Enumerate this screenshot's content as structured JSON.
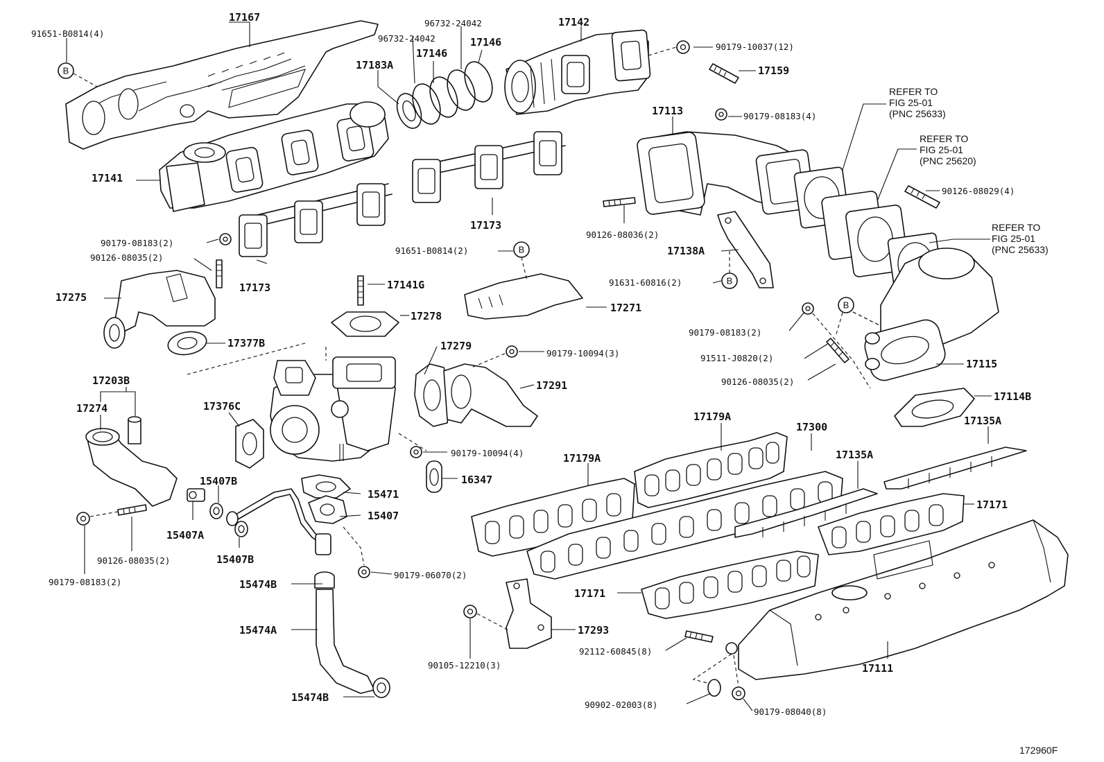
{
  "diagram_id": "172960F",
  "marker_letter": "B",
  "labels": {
    "p17167": "17167",
    "p91651_b0814_4": "91651-B0814(4)",
    "p96732_24042_a": "96732-24042",
    "p96732_24042_b": "96732-24042",
    "p17146_a": "17146",
    "p17146_b": "17146",
    "p17142": "17142",
    "p17183a": "17183A",
    "p90179_10037_12": "90179-10037(12)",
    "p17159": "17159",
    "p17113": "17113",
    "p90179_08183_4": "90179-08183(4)",
    "p17141": "17141",
    "p17173_a": "17173",
    "p17173_b": "17173",
    "p90126_08036_2": "90126-08036(2)",
    "p17138a": "17138A",
    "p90126_08029_4": "90126-08029(4)",
    "p90179_08183_2_a": "90179-08183(2)",
    "p90126_08035_2_a": "90126-08035(2)",
    "p91651_b0814_2": "91651-B0814(2)",
    "p91631_60816_2": "91631-60816(2)",
    "p17275": "17275",
    "p17141g": "17141G",
    "p17271": "17271",
    "p17278": "17278",
    "p90179_08183_2_b": "90179-08183(2)",
    "p17377b": "17377B",
    "p17279": "17279",
    "p90179_10094_3": "90179-10094(3)",
    "p91511_j0820_2": "91511-J0820(2)",
    "p17115": "17115",
    "p90126_08035_2_b": "90126-08035(2)",
    "p17203b": "17203B",
    "p17291": "17291",
    "p17114b": "17114B",
    "p17274": "17274",
    "p17376c": "17376C",
    "p17179a_a": "17179A",
    "p17300": "17300",
    "p17135a_a": "17135A",
    "p17179a_b": "17179A",
    "p17135a_b": "17135A",
    "p90179_10094_4": "90179-10094(4)",
    "p16347": "16347",
    "p15407b_a": "15407B",
    "p15471": "15471",
    "p15407": "15407",
    "p17171_a": "17171",
    "p15407a": "15407A",
    "p15407b_b": "15407B",
    "p90126_08035_2_c": "90126-08035(2)",
    "p90179_08183_2_c": "90179-08183(2)",
    "p90179_06070_2": "90179-06070(2)",
    "p15474b_a": "15474B",
    "p17171_b": "17171",
    "p15474a": "15474A",
    "p17293": "17293",
    "p90105_12210_3": "90105-12210(3)",
    "p92112_60845_8": "92112-60845(8)",
    "p17111": "17111",
    "p15474b_b": "15474B",
    "p90902_02003_8": "90902-02003(8)",
    "p90179_08040_8": "90179-08040(8)"
  },
  "references": {
    "ref1": [
      "REFER TO",
      "FIG 25-01",
      "(PNC 25633)"
    ],
    "ref2": [
      "REFER TO",
      "FIG 25-01",
      "(PNC 25620)"
    ],
    "ref3": [
      "REFER TO",
      "FIG 25-01",
      "(PNC 25633)"
    ]
  }
}
